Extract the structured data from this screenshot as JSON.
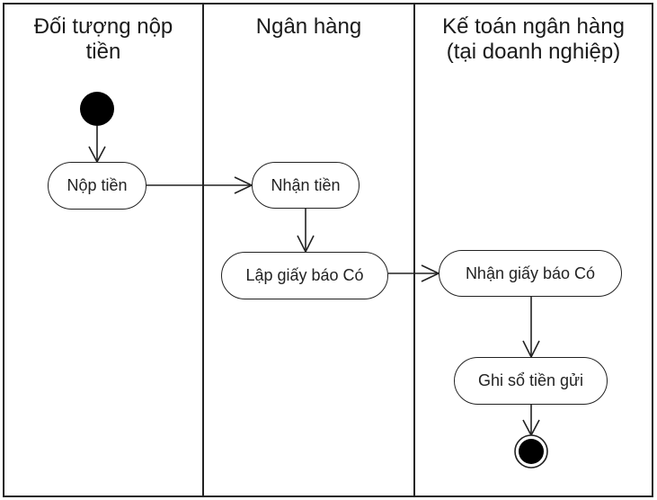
{
  "diagram": {
    "type": "UML activity diagram (swimlanes)",
    "lanes": [
      {
        "id": "lane-1",
        "title_line1": "Đối tượng nộp",
        "title_line2": "tiền"
      },
      {
        "id": "lane-2",
        "title_line1": "Ngân hàng",
        "title_line2": ""
      },
      {
        "id": "lane-3",
        "title_line1": "Kế toán ngân hàng",
        "title_line2": "(tại doanh nghiệp)"
      }
    ],
    "nodes": [
      {
        "id": "start",
        "kind": "initial",
        "lane": "lane-1"
      },
      {
        "id": "n1",
        "kind": "action",
        "label": "Nộp tiền",
        "lane": "lane-1"
      },
      {
        "id": "n2",
        "kind": "action",
        "label": "Nhận tiền",
        "lane": "lane-2"
      },
      {
        "id": "n3",
        "kind": "action",
        "label": "Lập giấy báo Có",
        "lane": "lane-2"
      },
      {
        "id": "n4",
        "kind": "action",
        "label": "Nhận giấy báo Có",
        "lane": "lane-3"
      },
      {
        "id": "n5",
        "kind": "action",
        "label": "Ghi sổ tiền gửi",
        "lane": "lane-3"
      },
      {
        "id": "end",
        "kind": "final",
        "lane": "lane-3"
      }
    ],
    "edges": [
      {
        "from": "start",
        "to": "n1"
      },
      {
        "from": "n1",
        "to": "n2"
      },
      {
        "from": "n2",
        "to": "n3"
      },
      {
        "from": "n3",
        "to": "n4"
      },
      {
        "from": "n4",
        "to": "n5"
      },
      {
        "from": "n5",
        "to": "end"
      }
    ],
    "colors": {
      "line": "#222222",
      "fill": "#ffffff",
      "text": "#1a1a1a"
    }
  }
}
